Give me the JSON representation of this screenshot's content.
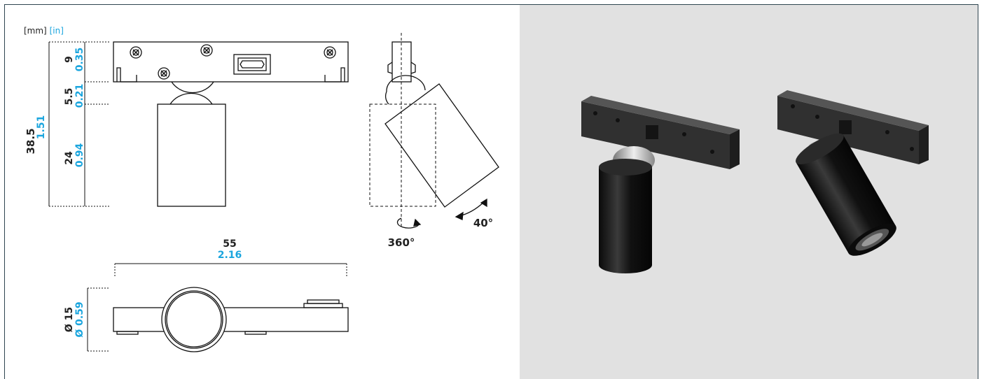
{
  "units": {
    "mm": "[mm]",
    "in": "[in]"
  },
  "colors": {
    "mm_text": "#222222",
    "in_text": "#1aa5de",
    "frame": "#2f4550",
    "photo_bg": "#e1e1e1",
    "product": "#1b1b1b"
  },
  "dimensions": {
    "total_height": {
      "mm": "38.5",
      "in": "1.51"
    },
    "adapter_height": {
      "mm": "9",
      "in": "0.35"
    },
    "joint_height": {
      "mm": "5.5",
      "in": "0.21"
    },
    "body_height": {
      "mm": "24",
      "in": "0.94"
    },
    "length": {
      "mm": "55",
      "in": "2.16"
    },
    "diameter": {
      "mm": "Ø 15",
      "in": "Ø 0.59"
    }
  },
  "angles": {
    "rotation": "360°",
    "tilt": "40°"
  },
  "icons": {
    "rotation_arrow": "circular-arrow-icon",
    "tilt_arrow": "curved-double-arrow-icon"
  }
}
